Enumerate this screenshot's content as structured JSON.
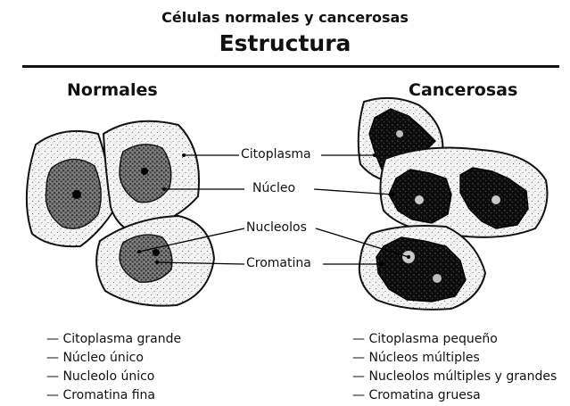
{
  "header": {
    "subtitle": "Células normales y cancerosas",
    "title": "Estructura"
  },
  "columns": {
    "normal_heading": "Normales",
    "cancer_heading": "Cancerosas"
  },
  "labels": {
    "cytoplasm": "Citoplasma",
    "nucleus": "Núcleo",
    "nucleoli": "Nucleolos",
    "chromatin": "Cromatina"
  },
  "normal_traits": [
    "— Citoplasma grande",
    "— Núcleo único",
    "— Nucleolo único",
    "— Cromatina fina"
  ],
  "cancer_traits": [
    "— Citoplasma pequeño",
    "— Núcleos múltiples",
    "— Nucleolos múltiples y grandes",
    "— Cromatina gruesa"
  ]
}
